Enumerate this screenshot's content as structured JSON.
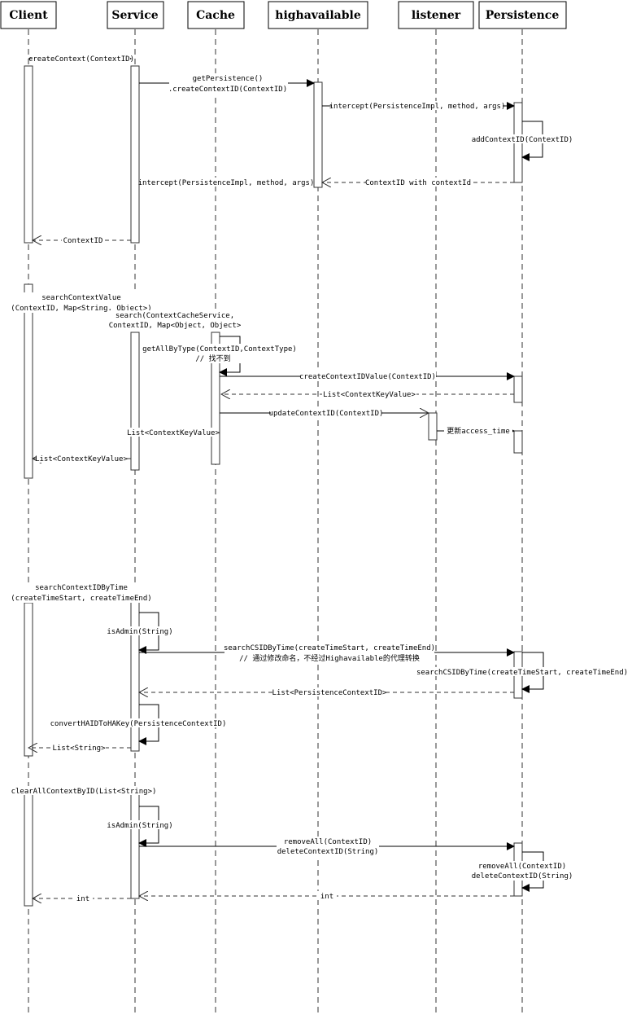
{
  "participants": [
    "Client",
    "Service",
    "Cache",
    "highavailable",
    "listener",
    "Persistence"
  ],
  "messages": {
    "m1": "createContext(ContextID)",
    "m2a": "getPersistence()",
    "m2b": ".createContextID(ContextID)",
    "m3": "intercept(PersistenceImpl, method, args)",
    "m4": "addContextID(ContextID)",
    "m5": "ContextID with contextId",
    "m6": "intercept(PersistenceImpl, method, args)",
    "m7": "ContextID",
    "m8a": "searchContextValue",
    "m8b": "(ContextID, Map<String, Object>)",
    "m9a": "search(ContextCacheService,",
    "m9b": "ContextID, Map<Object, Object>",
    "m10a": "getAllByType(ContextID,ContextType)",
    "m10b": "// 找不到",
    "m11": "createContextIDValue(ContextID)",
    "m12": "List<ContextKeyValue>",
    "m13": "updateContextID(ContextID)",
    "m14": "更新access_time",
    "m15": "List<ContextKeyValue>",
    "m16": "List<ContextKeyValue>",
    "m17a": "searchContextIDByTime",
    "m17b": "(createTimeStart, createTimeEnd)",
    "m18": "isAdmin(String)",
    "m19a": "searchCSIDByTime(createTimeStart, createTimeEnd)",
    "m19b": "// 通过修改命名，不经过Highavailable的代理转换",
    "m20": "searchCSIDByTime(createTimeStart, createTimeEnd)",
    "m21": "List<PersistenceContextID>",
    "m22": "convertHAIDToHAKey(PersistenceContextID)",
    "m23": "List<String>",
    "m24": "clearAllContextByID(List<String>)",
    "m25": "isAdmin(String)",
    "m26a": "removeAll(ContextID)",
    "m26b": "deleteContextID(String)",
    "m27a": "removeAll(ContextID)",
    "m27b": "deleteContextID(String)",
    "m28": "int",
    "m29": "int"
  }
}
